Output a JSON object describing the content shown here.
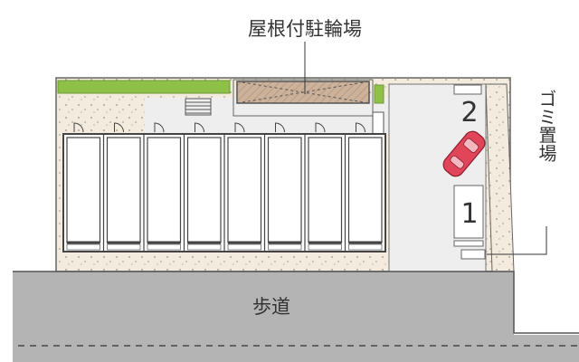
{
  "labels": {
    "covered_bicycle_parking": "屋根付駐輪場",
    "sidewalk": "歩道",
    "garbage_area": "ゴミ置場",
    "parking_space_1": "1",
    "parking_space_2": "2"
  },
  "building": {
    "unit_count": 8
  },
  "colors": {
    "ground": "#f3ebde",
    "paving": "#eeeeee",
    "hedge": "#8fc149",
    "bike_roof": "#ccb29b",
    "car": "#e0455a",
    "sidewalk": "#b4b4b4",
    "outline": "#555555"
  },
  "icons": {
    "car": "car-icon",
    "stairs": "stairs-icon",
    "door": "door-swing-icon"
  }
}
